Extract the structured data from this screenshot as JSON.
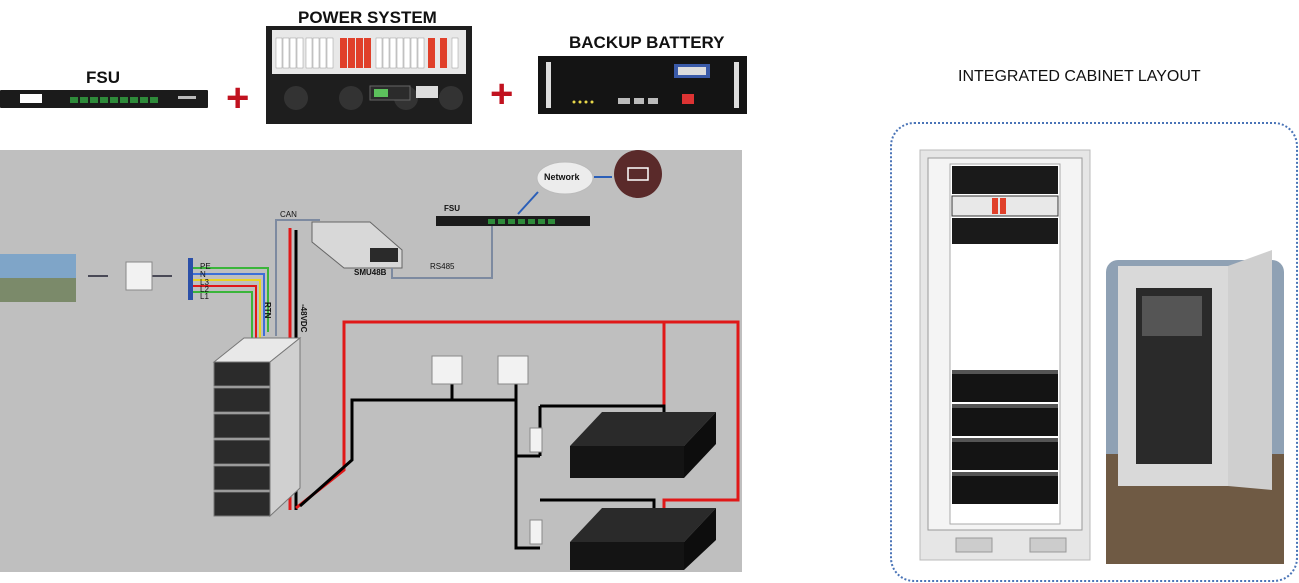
{
  "headings": {
    "fsu": "FSU",
    "power_system": "POWER SYSTEM",
    "backup_battery": "BACKUP BATTERY",
    "integrated_cabinet": "INTEGRATED CABINET LAYOUT"
  },
  "plus_sign": "+",
  "diagram": {
    "network": "Network",
    "fsu": "FSU",
    "can": "CAN",
    "smu": "SMU48B",
    "rs485": "RS485",
    "rtn": "RTN",
    "vdc": "-48VDC",
    "pe": "PE",
    "n": "N",
    "l3": "L3",
    "l2": "L2",
    "l1": "L1"
  },
  "colors": {
    "accent_red": "#c1121f",
    "wire_red": "#e01818",
    "wire_black": "#000000",
    "dashed_border": "#4a74b7"
  }
}
